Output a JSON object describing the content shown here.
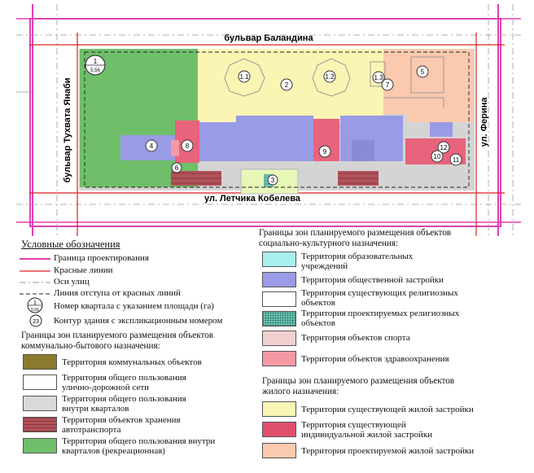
{
  "map": {
    "street_top": "бульвар Баландина",
    "street_bottom": "ул. Летчика Кобелева",
    "street_left": "бульвар Тухвата Янаби",
    "street_right": "ул. Ферина",
    "block_badge": {
      "number": "1",
      "area": "5,56"
    },
    "building_labels": [
      "1.1",
      "2",
      "1.2",
      "1.3",
      "7",
      "5",
      "4",
      "8",
      "6",
      "3",
      "9",
      "12",
      "10",
      "11"
    ],
    "colors": {
      "green": "#6fbf6a",
      "yellow": "#fbf5b4",
      "peach": "#fbc9ad",
      "blue": "#9a9be6",
      "red": "#e8637c",
      "gray": "#d4d4d4",
      "parking": "#b1525a",
      "lightgreen": "#e6f7b8",
      "pink_line": "#e040b0",
      "red_line": "#e02020"
    }
  },
  "legend": {
    "title": "Условные обозначения",
    "lines": [
      "Граница проектирования",
      "Красные линии",
      "Оси улиц",
      "Линия отступа от красных линий",
      "Номер квартала с указанием площади (га)",
      "Контур здания с экспликационным номером"
    ],
    "line_badge": {
      "number": "1",
      "area": "5,56"
    },
    "line_contour_number": "23",
    "group_household_title": "Границы зон планируемого размещения объектов коммунально-бытового назначения:",
    "household_items": [
      {
        "label": "Территория коммунальных объектов",
        "color": "#8b7a2e"
      },
      {
        "label": "Территория общего пользования улично-дорожной сети",
        "color": "#ffffff"
      },
      {
        "label": "Территория общего пользования внутри кварталов",
        "color": "#d9d9d9"
      },
      {
        "label": "Территория объектов хранения автотранспорта",
        "color": "#b1525a"
      },
      {
        "label": "Территория общего пользования внутри кварталов (рекреационная)",
        "color": "#6fbf6a"
      }
    ],
    "group_social_title": "Границы зон планируемого размещения объектов социально-культурного назначения:",
    "social_items": [
      {
        "label": "Территория образовательных учреждений",
        "color": "#a8f0ee"
      },
      {
        "label": "Территория общественной застройки",
        "color": "#9a9be6"
      },
      {
        "label": "Территория существующих религиозных объектов",
        "color": "#ffffff"
      },
      {
        "label": "Территория проектируемых религиозных объектов",
        "color": "#5fb8a8"
      },
      {
        "label": "Территория объектов спорта",
        "color": "#f1d0d0"
      },
      {
        "label": "Территория объектов здравоохранения",
        "color": "#f59aa4"
      }
    ],
    "group_residential_title": "Границы зон планируемого размещения объектов жилого назначения:",
    "residential_items": [
      {
        "label": "Территория существующей жилой застройки",
        "color": "#fbf5b4"
      },
      {
        "label": "Территория существующей индивидуальной жилой застройки",
        "color": "#e0506e"
      },
      {
        "label": "Территория проектируемой жилой застройки",
        "color": "#fbc9ad"
      }
    ]
  }
}
